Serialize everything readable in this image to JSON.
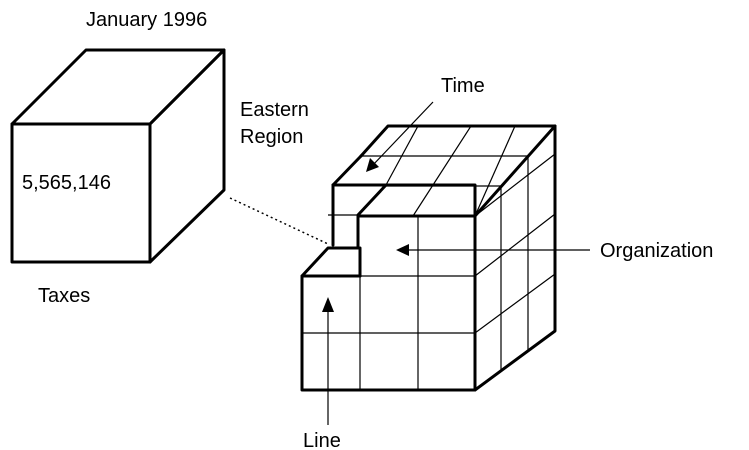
{
  "labels": {
    "period": "January 1996",
    "region_line1": "Eastern",
    "region_line2": "Region",
    "value": "5,565,146",
    "measure": "Taxes",
    "time": "Time",
    "organization": "Organization",
    "line": "Line"
  },
  "colors": {
    "stroke": "#000000",
    "background": "#ffffff"
  }
}
